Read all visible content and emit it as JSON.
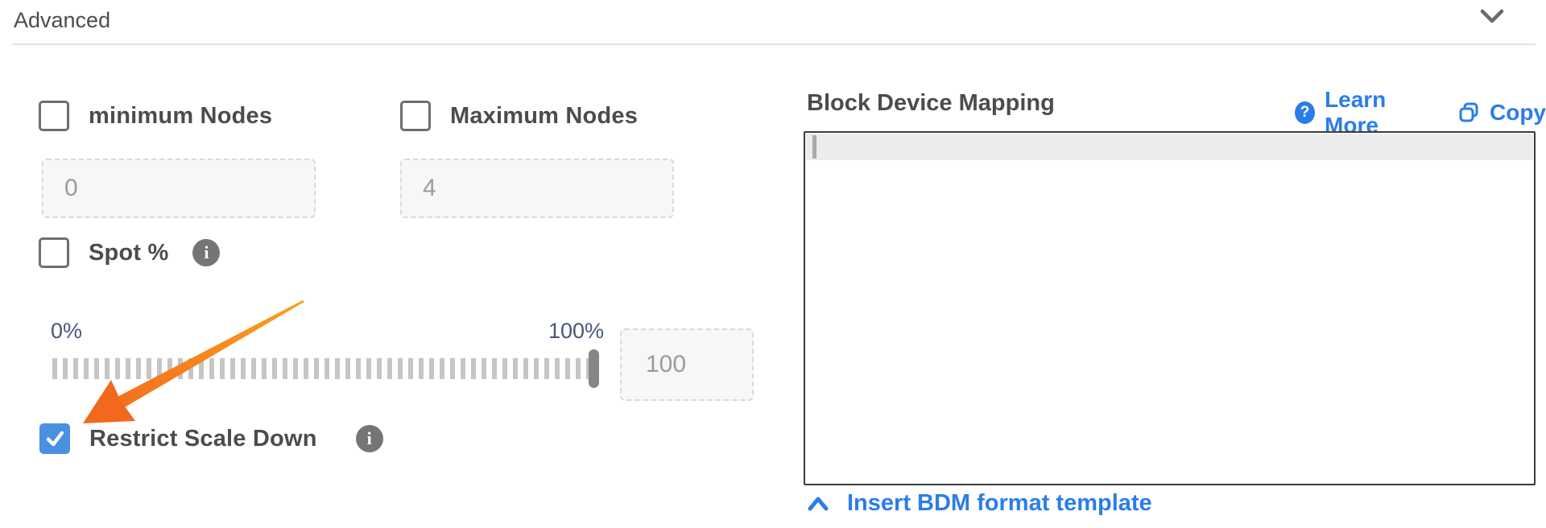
{
  "header": {
    "title": "Advanced"
  },
  "advanced_panel": {
    "minimum_nodes": {
      "label": "minimum Nodes",
      "checked": false,
      "value": "0"
    },
    "maximum_nodes": {
      "label": "Maximum Nodes",
      "checked": false,
      "value": "4"
    },
    "spot_percent": {
      "label": "Spot %",
      "checked": false
    },
    "spot_slider": {
      "min_label": "0%",
      "max_label": "100%",
      "value": "100",
      "position_percent": 100
    },
    "restrict_scale_down": {
      "label": "Restrict Scale Down",
      "checked": true
    }
  },
  "block_device_mapping": {
    "title": "Block Device Mapping",
    "learn_more_label": "Learn More",
    "copy_label": "Copy",
    "editor_content": "",
    "insert_template_label": "Insert BDM format template"
  },
  "icons": {
    "header_collapse": "chevron-down",
    "info_glyph": "i",
    "question_glyph": "?",
    "copy": "copy-pages",
    "insert_template_collapse": "chevron-up"
  },
  "colors": {
    "link_blue": "#2b7de9",
    "checked_checkbox_blue": "#4a90e2",
    "annotation_orange": "#f4731c",
    "label_gray": "#4c4c4c",
    "slider_label_blue_gray": "#47587a",
    "editor_active_line": "#ececec"
  },
  "annotation": {
    "type": "arrow",
    "description": "orange arrow pointing at the checked Restrict Scale Down checkbox"
  }
}
